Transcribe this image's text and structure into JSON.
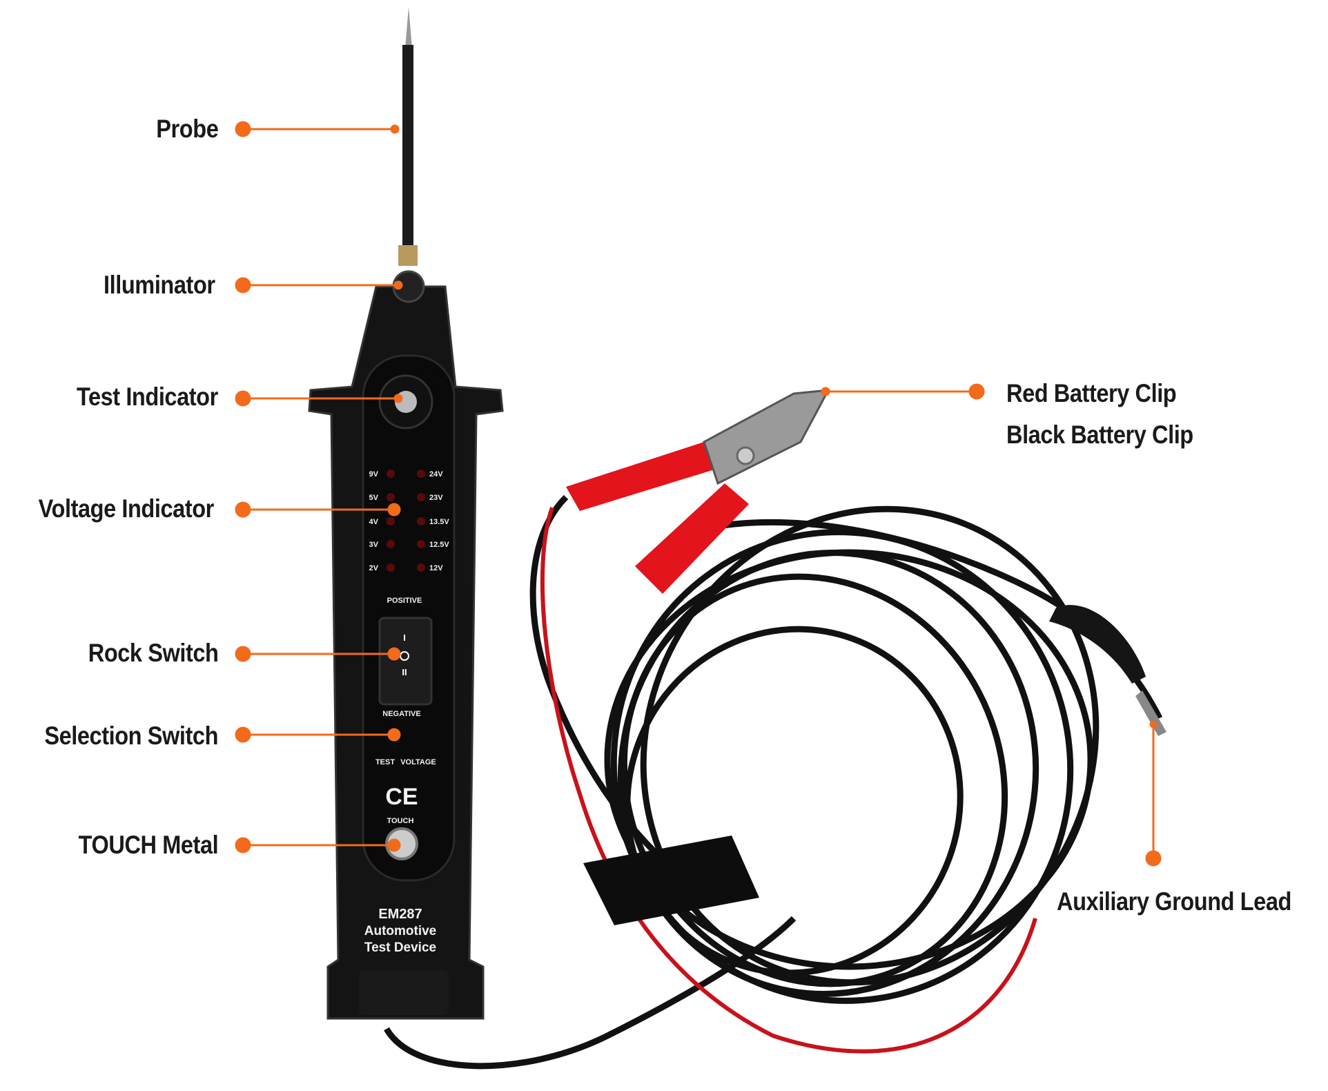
{
  "callouts_left": [
    {
      "label": "Probe"
    },
    {
      "label": "Illuminator"
    },
    {
      "label": "Test Indicator"
    },
    {
      "label": "Voltage Indicator"
    },
    {
      "label": "Rock Switch"
    },
    {
      "label": "Selection Switch"
    },
    {
      "label": "TOUCH Metal"
    }
  ],
  "callouts_right": [
    {
      "label": "Red Battery Clip"
    },
    {
      "label": "Black Battery Clip"
    },
    {
      "label": "Auxiliary Ground Lead"
    }
  ],
  "device": {
    "leds_left": [
      "9V",
      "5V",
      "4V",
      "3V",
      "2V"
    ],
    "leds_right": [
      "24V",
      "23V",
      "13.5V",
      "12.5V",
      "12V"
    ],
    "positive": "POSITIVE",
    "negative": "NEGATIVE",
    "test": "TEST",
    "voltage": "VOLTAGE",
    "ce_mark": "CE",
    "touch": "TOUCH",
    "model": "EM287",
    "line1": "Automotive",
    "line2": "Test Device"
  },
  "colors": {
    "accent": "#f26a1b",
    "body": "#151515",
    "wire_red": "#d0141a",
    "clip_red": "#e3141b"
  }
}
